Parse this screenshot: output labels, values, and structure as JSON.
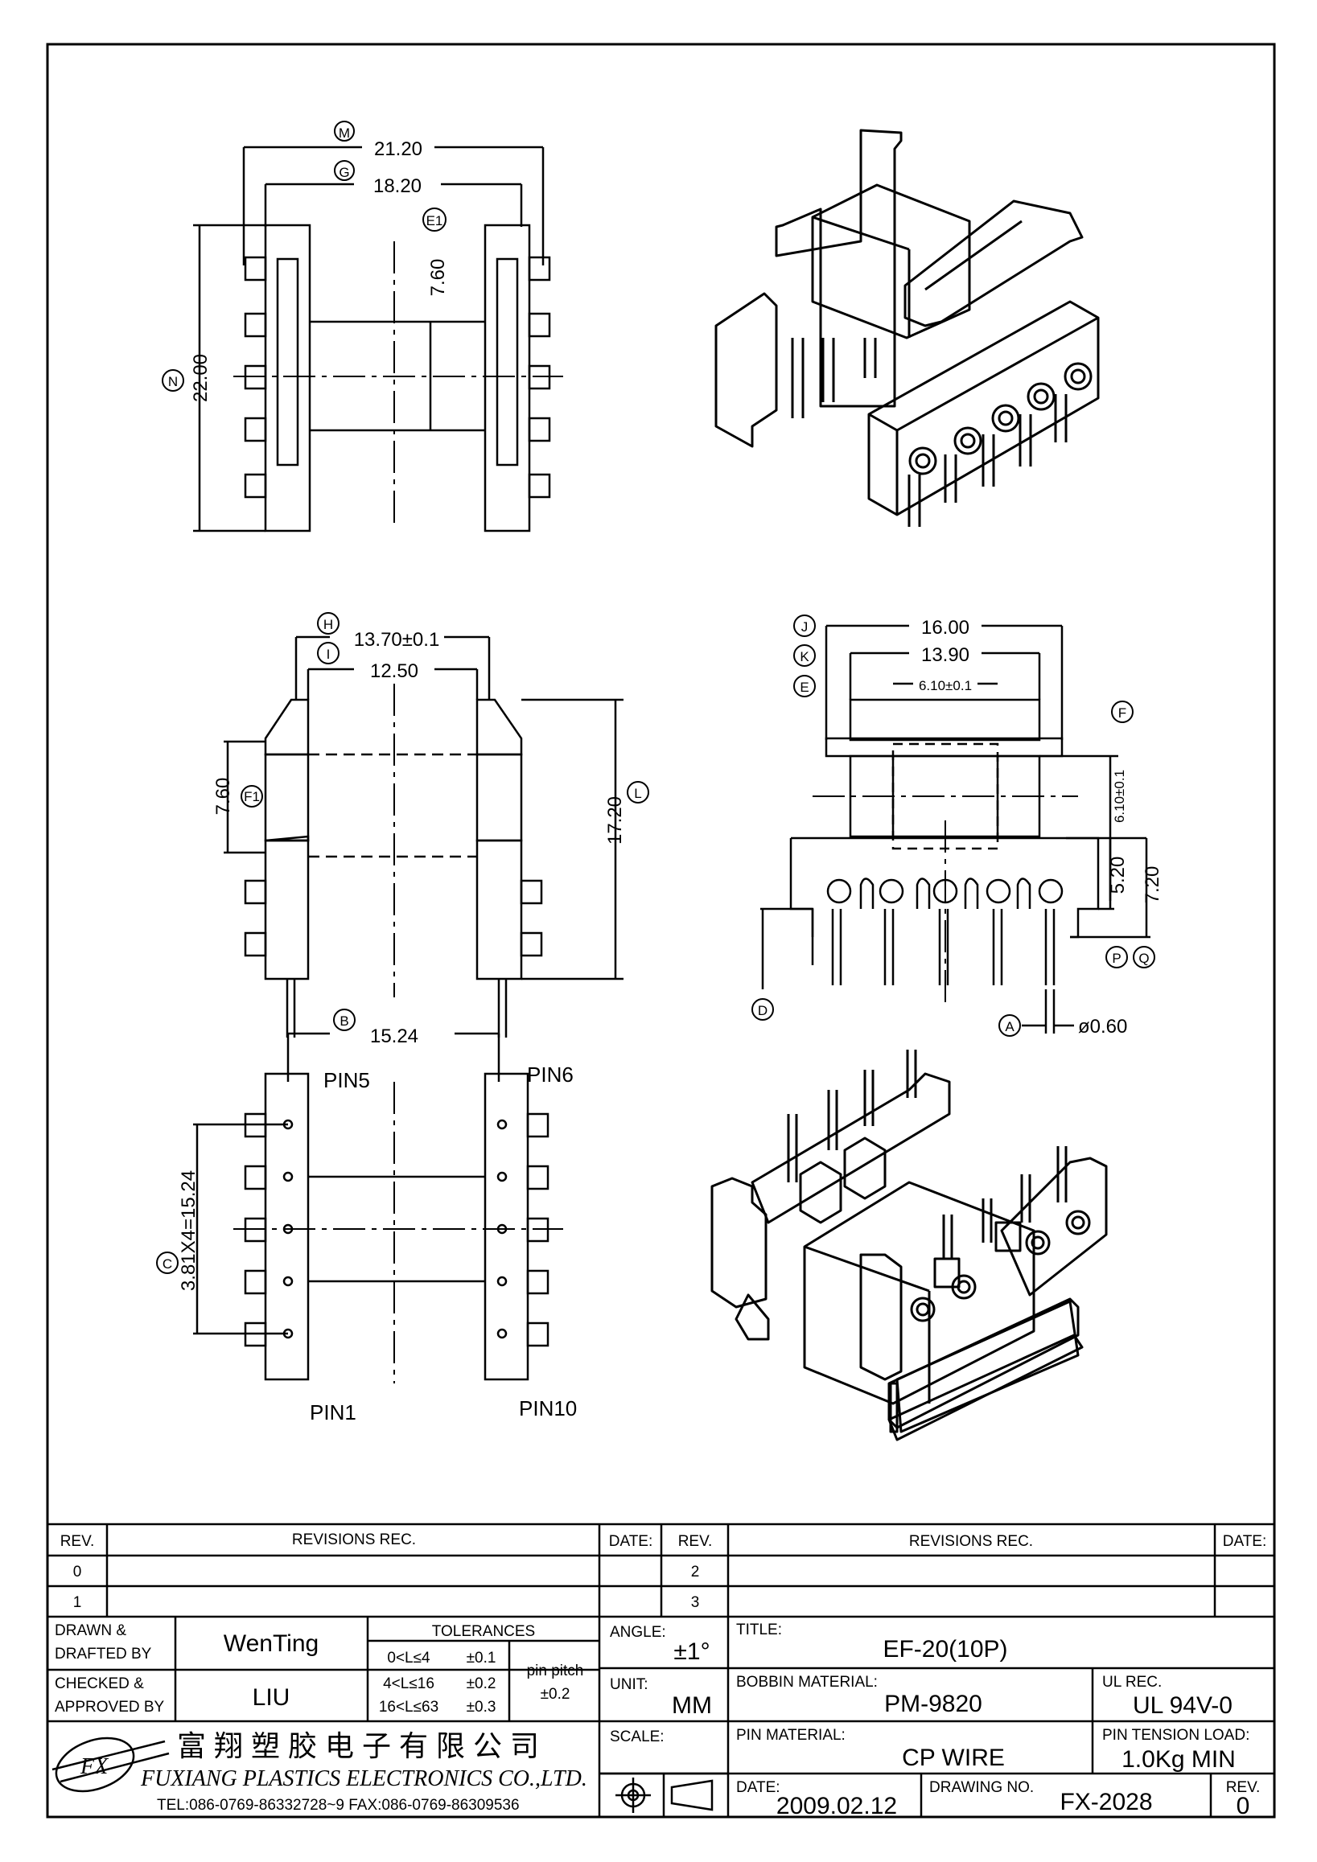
{
  "drawing": {
    "top_view": {
      "dims": {
        "M": "21.20",
        "G": "18.20",
        "E1": "7.60",
        "N": "22.00"
      },
      "letters": {
        "M": "M",
        "G": "G",
        "E1": "E1",
        "N": "N"
      }
    },
    "side_view": {
      "dims": {
        "H": "13.70±0.1",
        "I": "12.50",
        "F1": "7.60",
        "L": "17.20"
      },
      "letters": {
        "H": "H",
        "I": "I",
        "F1": "F1",
        "L": "L"
      }
    },
    "front_view": {
      "dims": {
        "J": "16.00",
        "K": "13.90",
        "E": "6.10±0.1",
        "F": "6.10±0.1",
        "P": "5.20",
        "Q": "7.20",
        "A": "ø0.60"
      },
      "letters": {
        "J": "J",
        "K": "K",
        "E": "E",
        "F": "F",
        "P": "P",
        "Q": "Q",
        "D": "D",
        "A": "A"
      }
    },
    "bottom_view": {
      "dims": {
        "B": "15.24",
        "C": "3.81X4=15.24"
      },
      "letters": {
        "B": "B",
        "C": "C"
      },
      "pins": {
        "pin5": "PIN5",
        "pin6": "PIN6",
        "pin1": "PIN1",
        "pin10": "PIN10"
      }
    }
  },
  "title_block": {
    "rev_header": {
      "rev": "REV.",
      "revisions": "REVISIONS    REC.",
      "date": "DATE:"
    },
    "rev_rows": [
      {
        "left": "0",
        "right": "2"
      },
      {
        "left": "1",
        "right": "3"
      }
    ],
    "drawn_label_1": "DRAWN &",
    "drawn_label_2": "DRAFTED BY",
    "drawn_by": "WenTing",
    "checked_label_1": "CHECKED &",
    "checked_label_2": "APPROVED BY",
    "checked_by": "LIU",
    "tolerances_title": "TOLERANCES",
    "tolerances": [
      {
        "range": "0<L≤4",
        "tol": "±0.1"
      },
      {
        "range": "4<L≤16",
        "tol": "±0.2"
      },
      {
        "range": "16<L≤63",
        "tol": "±0.3"
      }
    ],
    "pin_pitch_label": "pin pitch",
    "pin_pitch_tol": "±0.2",
    "angle_label": "ANGLE:",
    "angle_value": "±1°",
    "unit_label": "UNIT:",
    "unit_value": "MM",
    "scale_label": "SCALE:",
    "title_label": "TITLE:",
    "title_value": "EF-20(10P)",
    "bobbin_material_label": "BOBBIN MATERIAL:",
    "bobbin_material": "PM-9820",
    "ul_rec_label": "UL REC.",
    "ul_rec": "UL 94V-0",
    "pin_material_label": "PIN MATERIAL:",
    "pin_material": "CP WIRE",
    "pin_tension_label": "PIN TENSION LOAD:",
    "pin_tension": "1.0Kg MIN",
    "date_label": "DATE:",
    "date_value": "2009.02.12",
    "drawing_no_label": "DRAWING NO.",
    "drawing_no": "FX-2028",
    "rev_label": "REV.",
    "rev_value": "0",
    "company_cn": "富翔塑胶电子有限公司",
    "company_en": "FUXIANG PLASTICS ELECTRONICS CO.,LTD.",
    "company_contact": "TEL:086-0769-86332728~9  FAX:086-0769-86309536",
    "logo_text": "FX"
  }
}
